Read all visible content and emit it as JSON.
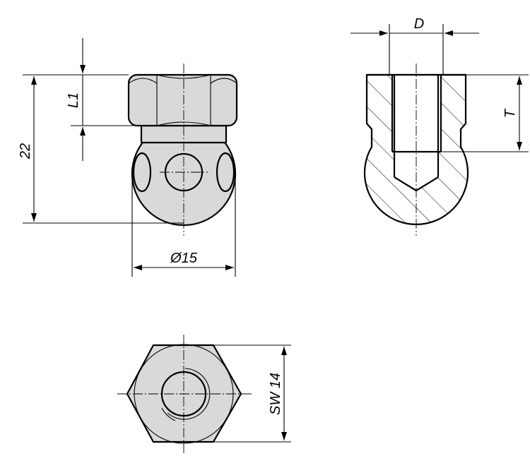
{
  "labels": {
    "height": "22",
    "head_height": "L1",
    "diameter": "Ø15",
    "thread_diameter": "D",
    "thread_depth": "T",
    "wrench_size": "SW 14"
  },
  "colors": {
    "body_fill": "#d9d9d9",
    "line": "#000000",
    "background": "#ffffff"
  }
}
